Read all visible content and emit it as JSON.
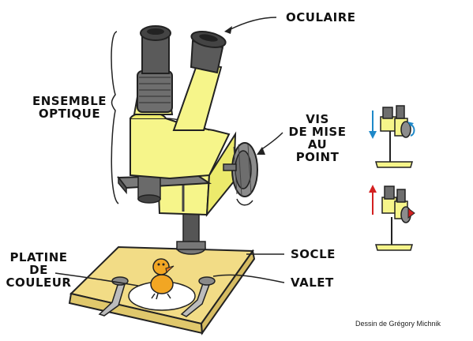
{
  "labels": {
    "oculaire": "OCULAIRE",
    "ensemble_optique": [
      "ENSEMBLE",
      "OPTIQUE"
    ],
    "vis_mise_au_point": [
      "VIS",
      "DE MISE",
      "AU",
      "POINT"
    ],
    "socle": "SOCLE",
    "valet": "VALET",
    "platine_couleur": [
      "PLATINE",
      "DE",
      "COULEUR"
    ]
  },
  "credit": "Dessin de Grégory Michnik",
  "colors": {
    "microscope_body": "#f6f58a",
    "dark_parts": "#6e6e6e",
    "base": "#f2dc86",
    "sample": "#f2a623",
    "arrow_down": "#1e88c8",
    "arrow_up": "#d32020"
  }
}
